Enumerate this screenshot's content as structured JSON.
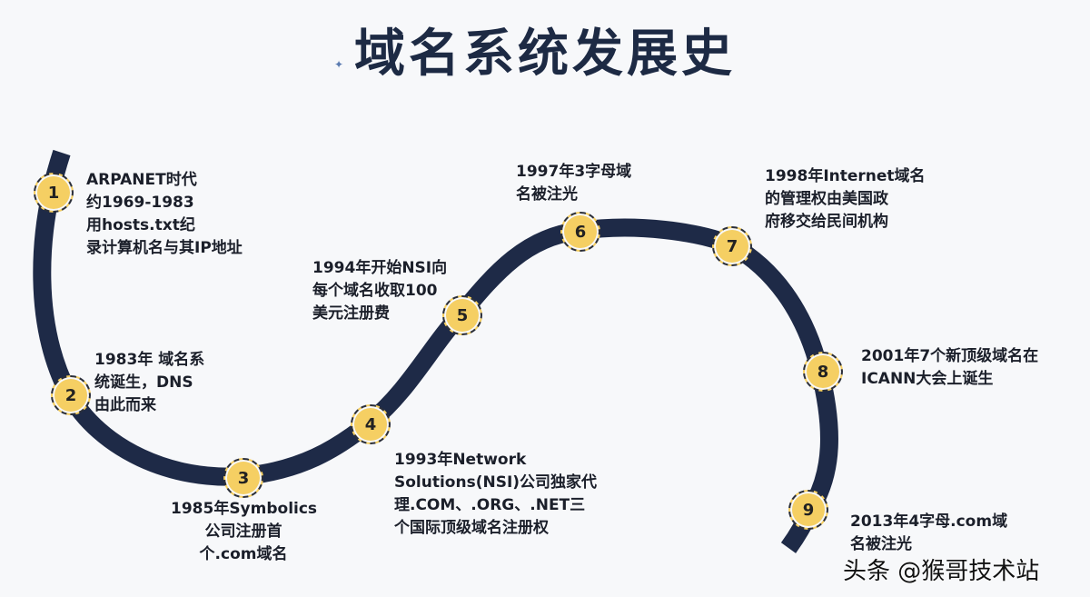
{
  "title": "域名系统发展史",
  "milestones": [
    {
      "num": "1",
      "lines": [
        "ARPANET时代",
        "约1969-1983",
        "用hosts.txt纪",
        "录计算机名与其IP地址"
      ]
    },
    {
      "num": "2",
      "lines": [
        "1983年 域名系",
        "统诞生，DNS",
        "由此而来"
      ]
    },
    {
      "num": "3",
      "lines": [
        "1985年Symbolics",
        "公司注册首",
        "个.com域名"
      ]
    },
    {
      "num": "4",
      "lines": [
        "1993年Network",
        "Solutions(NSI)公司独家代",
        "理.COM、.ORG、.NET三",
        "个国际顶级域名注册权"
      ]
    },
    {
      "num": "5",
      "lines": [
        "1994年开始NSI向",
        "每个域名收取100",
        "美元注册费"
      ]
    },
    {
      "num": "6",
      "lines": [
        "1997年3字母域",
        "名被注光"
      ]
    },
    {
      "num": "7",
      "lines": [
        "1998年Internet域名",
        "的管理权由美国政",
        "府移交给民间机构"
      ]
    },
    {
      "num": "8",
      "lines": [
        "2001年7个新顶级域名在",
        "ICANN大会上诞生"
      ]
    },
    {
      "num": "9",
      "lines": [
        "2013年4字母.com域",
        "名被注光"
      ]
    }
  ],
  "watermark": "头条 @猴哥技术站",
  "colors": {
    "curve": "#1e2a47",
    "badge": "#f5cf63",
    "background": "#f7f8fa"
  }
}
